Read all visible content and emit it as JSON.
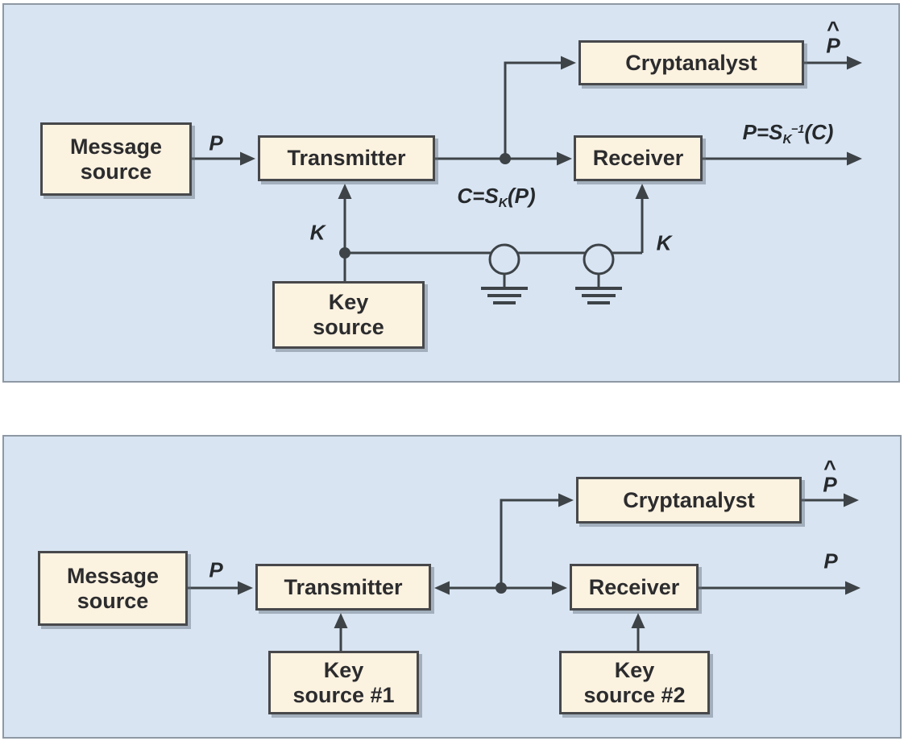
{
  "colors": {
    "panel_background": "#d8e4f2",
    "panel_border": "#8e98a4",
    "box_fill": "#fbf2e0",
    "box_border": "#47484b",
    "wire": "#3d4347",
    "text": "#2c2c2e"
  },
  "diagram1": {
    "boxes": {
      "message_source": [
        "Message",
        "source"
      ],
      "transmitter": "Transmitter",
      "receiver": "Receiver",
      "cryptanalyst": "Cryptanalyst",
      "key_source": [
        "Key",
        "source"
      ]
    },
    "labels": {
      "plaintext": "P",
      "key_transmitter": "K",
      "key_receiver": "K",
      "ciphertext": {
        "prefix": "C=S",
        "sub": "K",
        "suffix": "(P)"
      },
      "decrypted": {
        "prefix": "P=S",
        "sub": "K",
        "sup": "−1",
        "suffix": "(C)"
      },
      "estimate": {
        "hat": "^",
        "letter": "P"
      }
    }
  },
  "diagram2": {
    "boxes": {
      "message_source": [
        "Message",
        "source"
      ],
      "transmitter": "Transmitter",
      "receiver": "Receiver",
      "cryptanalyst": "Cryptanalyst",
      "key_source_1": [
        "Key",
        "source #1"
      ],
      "key_source_2": [
        "Key",
        "source #2"
      ]
    },
    "labels": {
      "plaintext_in": "P",
      "plaintext_out": "P",
      "estimate": {
        "hat": "^",
        "letter": "P"
      }
    }
  }
}
